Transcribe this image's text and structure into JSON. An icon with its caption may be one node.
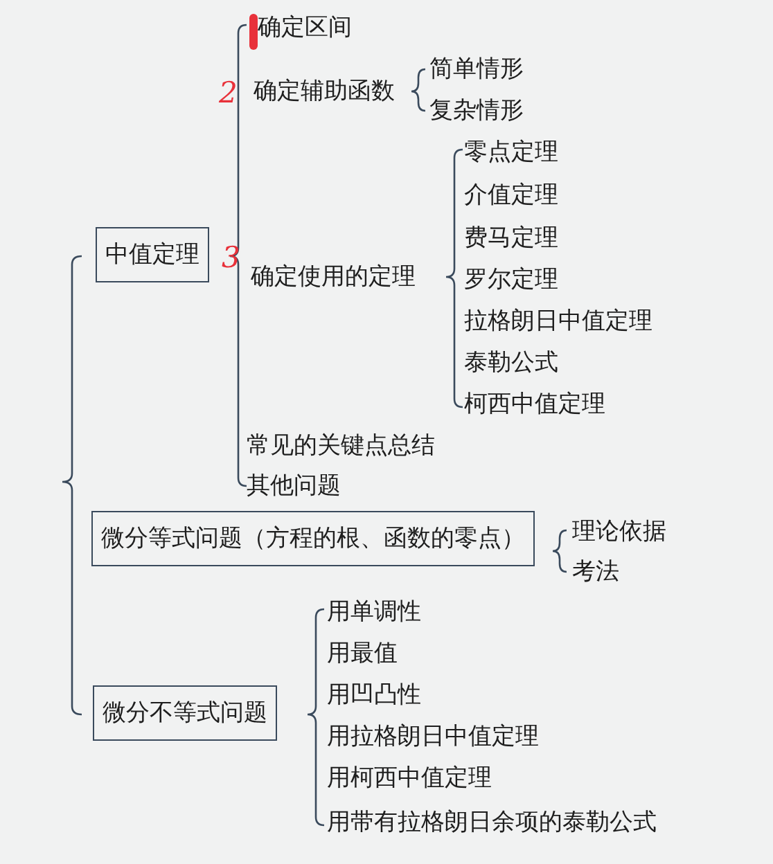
{
  "diagram": {
    "nodes": [
      {
        "text": [
          "中值定理"
        ]
      },
      {
        "text": [
          "确定区间"
        ]
      },
      {
        "text": [
          "确定辅助函数"
        ]
      },
      {
        "text": [
          "简单情形"
        ]
      },
      {
        "text": [
          "复杂情形"
        ]
      },
      {
        "text": [
          "确定使用的定理"
        ]
      },
      {
        "text": [
          "零点定理"
        ]
      },
      {
        "text": [
          "介值定理"
        ]
      },
      {
        "text": [
          "费马定理"
        ]
      },
      {
        "text": [
          "罗尔定理"
        ]
      },
      {
        "text": [
          "拉格朗日中值定理"
        ]
      },
      {
        "text": [
          "泰勒公式"
        ]
      },
      {
        "text": [
          "柯西中值定理"
        ]
      },
      {
        "text": [
          "常见的关键点总结"
        ]
      },
      {
        "text": [
          "其他问题"
        ]
      },
      {
        "text": [
          "微分等式问题（方程的根、函数的零点）"
        ]
      },
      {
        "text": [
          "理论依据"
        ]
      },
      {
        "text": [
          "考法"
        ]
      },
      {
        "text": [
          "微分不等式问题"
        ]
      },
      {
        "text": [
          "用单调性"
        ]
      },
      {
        "text": [
          "用最值"
        ]
      },
      {
        "text": [
          "用凹凸性"
        ]
      },
      {
        "text": [
          "用拉格朗日中值定理"
        ]
      },
      {
        "text": [
          "用柯西中值定理"
        ]
      },
      {
        "text": [
          "用带有拉格朗日余项的泰勒公式"
        ]
      }
    ],
    "labels": [
      "2",
      "3"
    ]
  }
}
